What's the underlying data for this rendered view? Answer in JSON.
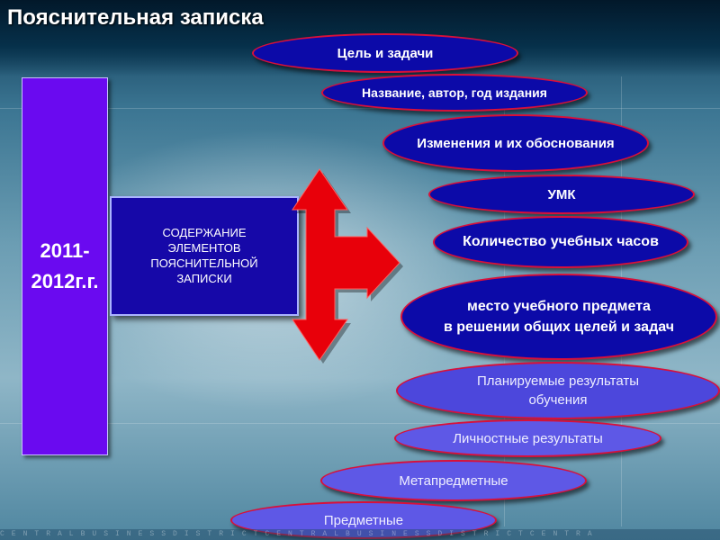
{
  "title": "Пояснительная записка",
  "year_label_line1": "2011-",
  "year_label_line2": "2012г.г.",
  "center_box": {
    "line1": "СОДЕРЖАНИЕ",
    "line2": "ЭЛЕМЕНТОВ",
    "line3": "ПОЯСНИТЕЛЬНОЙ",
    "line4": "ЗАПИСКИ"
  },
  "items": [
    "Цель и задачи",
    "Название, автор, год издания",
    "Изменения и их обоснования",
    "УМК",
    "Количество учебных часов",
    "место учебного предмета",
    "в решении общих целей и задач",
    "Планируемые результаты",
    "обучения",
    "Личностные результаты",
    "Метапредметные",
    "Предметные"
  ],
  "footer_strip": "CENTRALBUSINESSDISTRICTCENTRALBUSINESSDISTRICTCENTRA",
  "colors": {
    "year_box": "#6a0af0",
    "center_box": "#1608a8",
    "arrow": "#e8000a",
    "oval_dark": "#0c0aa8",
    "oval_light": "#4c47dc",
    "oval_border": "#d8103a"
  }
}
